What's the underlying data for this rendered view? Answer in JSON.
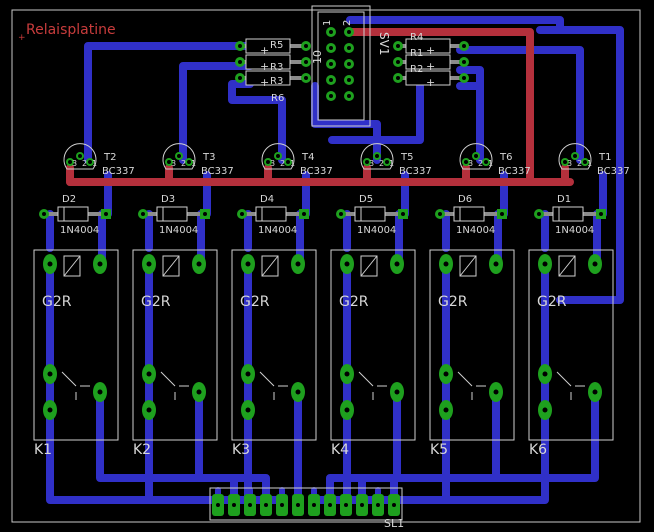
{
  "title": "Relaisplatine",
  "colors": {
    "background": "#000000",
    "bottom_trace": "#3030c8",
    "top_trace": "#b4303c",
    "pad": "#1ea01e",
    "silk": "#d8d8d8",
    "title": "#c83c3c"
  },
  "header": {
    "name": "SV1",
    "value": "10",
    "pin1": "1",
    "pin2": "2"
  },
  "resistors_left": [
    {
      "name": "R5",
      "value": "+"
    },
    {
      "name": "R3",
      "value": "+"
    },
    {
      "name": "R6",
      "value": "+"
    }
  ],
  "resistors_right": [
    {
      "name": "R4",
      "value": "+"
    },
    {
      "name": "R1",
      "value": "+"
    },
    {
      "name": "R2",
      "value": "+"
    }
  ],
  "channels": [
    {
      "transistor": "T2",
      "diode": "D2",
      "relay": "K1"
    },
    {
      "transistor": "T3",
      "diode": "D3",
      "relay": "K2"
    },
    {
      "transistor": "T4",
      "diode": "D4",
      "relay": "K3"
    },
    {
      "transistor": "T5",
      "diode": "D5",
      "relay": "K4"
    },
    {
      "transistor": "T6",
      "diode": "D6",
      "relay": "K5"
    },
    {
      "transistor": "T1",
      "diode": "D1",
      "relay": "K6"
    }
  ],
  "transistor_value": "BC337",
  "transistor_pins": [
    "3",
    "2",
    "1"
  ],
  "diode_value": "1N4004",
  "relay_value": "G2R",
  "connector": {
    "name": "SL1"
  }
}
